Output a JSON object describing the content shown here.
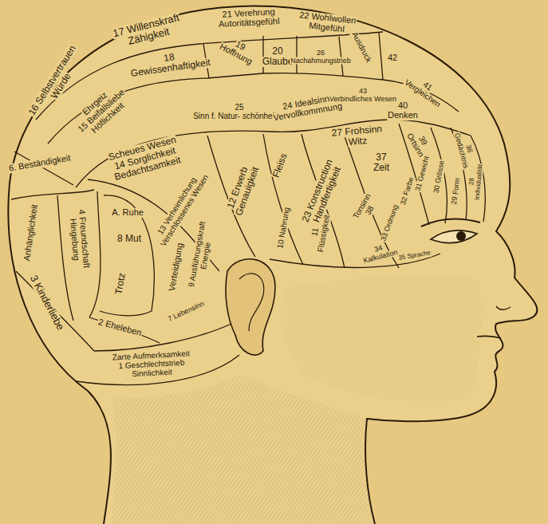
{
  "diagram": {
    "nodes": [
      {
        "text": [
          "16 Selbstvertrauen",
          "Würde"
        ]
      },
      {
        "text": [
          "17 Willenskraft",
          "Zähigkeit"
        ]
      },
      {
        "text": [
          "21 Verehrung",
          "Autoritätsgefühl"
        ]
      },
      {
        "text": [
          "22 Wohlwollen",
          "Mitgefühl"
        ]
      },
      {
        "text": [
          "18",
          "Gewissenhaftigkeit"
        ]
      },
      {
        "text": [
          "19",
          "Hoffnung"
        ]
      },
      {
        "text": [
          "20",
          "Glaube"
        ]
      },
      {
        "text": [
          "26",
          "Nachahmungstrieb"
        ]
      },
      {
        "text": [
          "Ausdruck"
        ]
      },
      {
        "text": [
          "42"
        ]
      },
      {
        "text": [
          "43",
          "Verbindliches Wesen"
        ]
      },
      {
        "text": [
          "41",
          "Vergleichen"
        ]
      },
      {
        "text": [
          "40",
          "Denken"
        ]
      },
      {
        "text": [
          "Ehrgeiz",
          "15 Beifallsliebe",
          "Höflichkeit"
        ]
      },
      {
        "text": [
          "25",
          "Sinn f. Natur- schönheiten"
        ]
      },
      {
        "text": [
          "24 Idealsinn",
          "Vervollkommnung"
        ]
      },
      {
        "text": [
          "27 Frohsinn",
          "Witz"
        ]
      },
      {
        "text": [
          "39",
          "Ortsinn"
        ]
      },
      {
        "text": [
          "36",
          "Gedächtnis"
        ]
      },
      {
        "text": [
          "Scheues Wesen",
          "14 Sorglichkeit",
          "Bedachtsamkeit"
        ]
      },
      {
        "text": [
          "6. Beständigkeit"
        ]
      },
      {
        "text": [
          "13 Verheimlichung",
          "Verschlossenes Wesen"
        ]
      },
      {
        "text": [
          "12 Erwerb",
          "Genauigkeit"
        ]
      },
      {
        "text": [
          "Fleiss"
        ]
      },
      {
        "text": [
          "23 Konstruction",
          "Handfertigkeit"
        ]
      },
      {
        "text": [
          "37",
          "Zeit"
        ]
      },
      {
        "text": [
          "Tonsinn",
          "38"
        ]
      },
      {
        "text": [
          "32 Farbe"
        ]
      },
      {
        "text": [
          "33 Ordnung"
        ]
      },
      {
        "text": [
          "34",
          "Kalkulation"
        ]
      },
      {
        "text": [
          "35 Sprache"
        ]
      },
      {
        "text": [
          "31 Gewicht"
        ]
      },
      {
        "text": [
          "30 Grösse"
        ]
      },
      {
        "text": [
          "29 Form"
        ]
      },
      {
        "text": [
          "28",
          "Individualität"
        ]
      },
      {
        "text": [
          "Anhänglichkeit"
        ]
      },
      {
        "text": [
          "4 Freundschaft",
          "Hingebung"
        ]
      },
      {
        "text": [
          "A. Ruhe"
        ]
      },
      {
        "text": [
          "8 Mut"
        ]
      },
      {
        "text": [
          "Verteidigung"
        ]
      },
      {
        "text": [
          "Trotz"
        ]
      },
      {
        "text": [
          "9 Ausführungskraft",
          "Energie"
        ]
      },
      {
        "text": [
          "10 Nahrung"
        ]
      },
      {
        "text": [
          "11",
          "Flüssigkeit"
        ]
      },
      {
        "text": [
          "3 Kinderliebe"
        ]
      },
      {
        "text": [
          "2 Eheleben"
        ]
      },
      {
        "text": [
          "7 Lebensinn"
        ]
      },
      {
        "text": [
          "Zarte Aufmerksamkeit",
          "1 Geschlechtstrieb",
          "Sinnlichkeit"
        ]
      }
    ]
  }
}
